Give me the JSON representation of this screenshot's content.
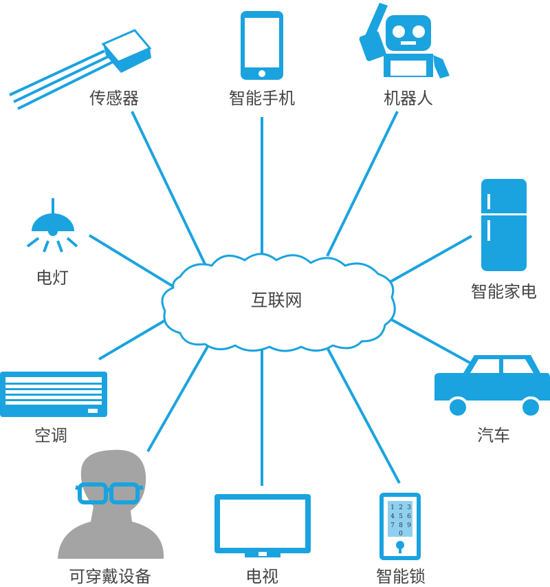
{
  "colors": {
    "accent": "#1aa3df",
    "person_gray": "#a4a4a4",
    "text": "#444444",
    "keypad_screen": "#8fd0f0"
  },
  "hub": {
    "label": "互联网",
    "icon": "cloud-icon"
  },
  "devices": {
    "sensor": {
      "label": "传感器",
      "icon": "sensor-icon"
    },
    "smartphone": {
      "label": "智能手机",
      "icon": "smartphone-icon"
    },
    "robot": {
      "label": "机器人",
      "icon": "robot-icon"
    },
    "lamp": {
      "label": "电灯",
      "icon": "lamp-icon"
    },
    "appliance": {
      "label": "智能家电",
      "icon": "refrigerator-icon"
    },
    "air_conditioner": {
      "label": "空调",
      "icon": "air-conditioner-icon"
    },
    "car": {
      "label": "汽车",
      "icon": "car-icon"
    },
    "wearable": {
      "label": "可穿戴设备",
      "icon": "person-glasses-icon"
    },
    "tv": {
      "label": "电视",
      "icon": "tv-icon"
    },
    "smart_lock": {
      "label": "智能锁",
      "icon": "smart-lock-icon",
      "keypad": [
        "1",
        "2",
        "3",
        "4",
        "5",
        "6",
        "7",
        "8",
        "9",
        "0"
      ]
    }
  }
}
